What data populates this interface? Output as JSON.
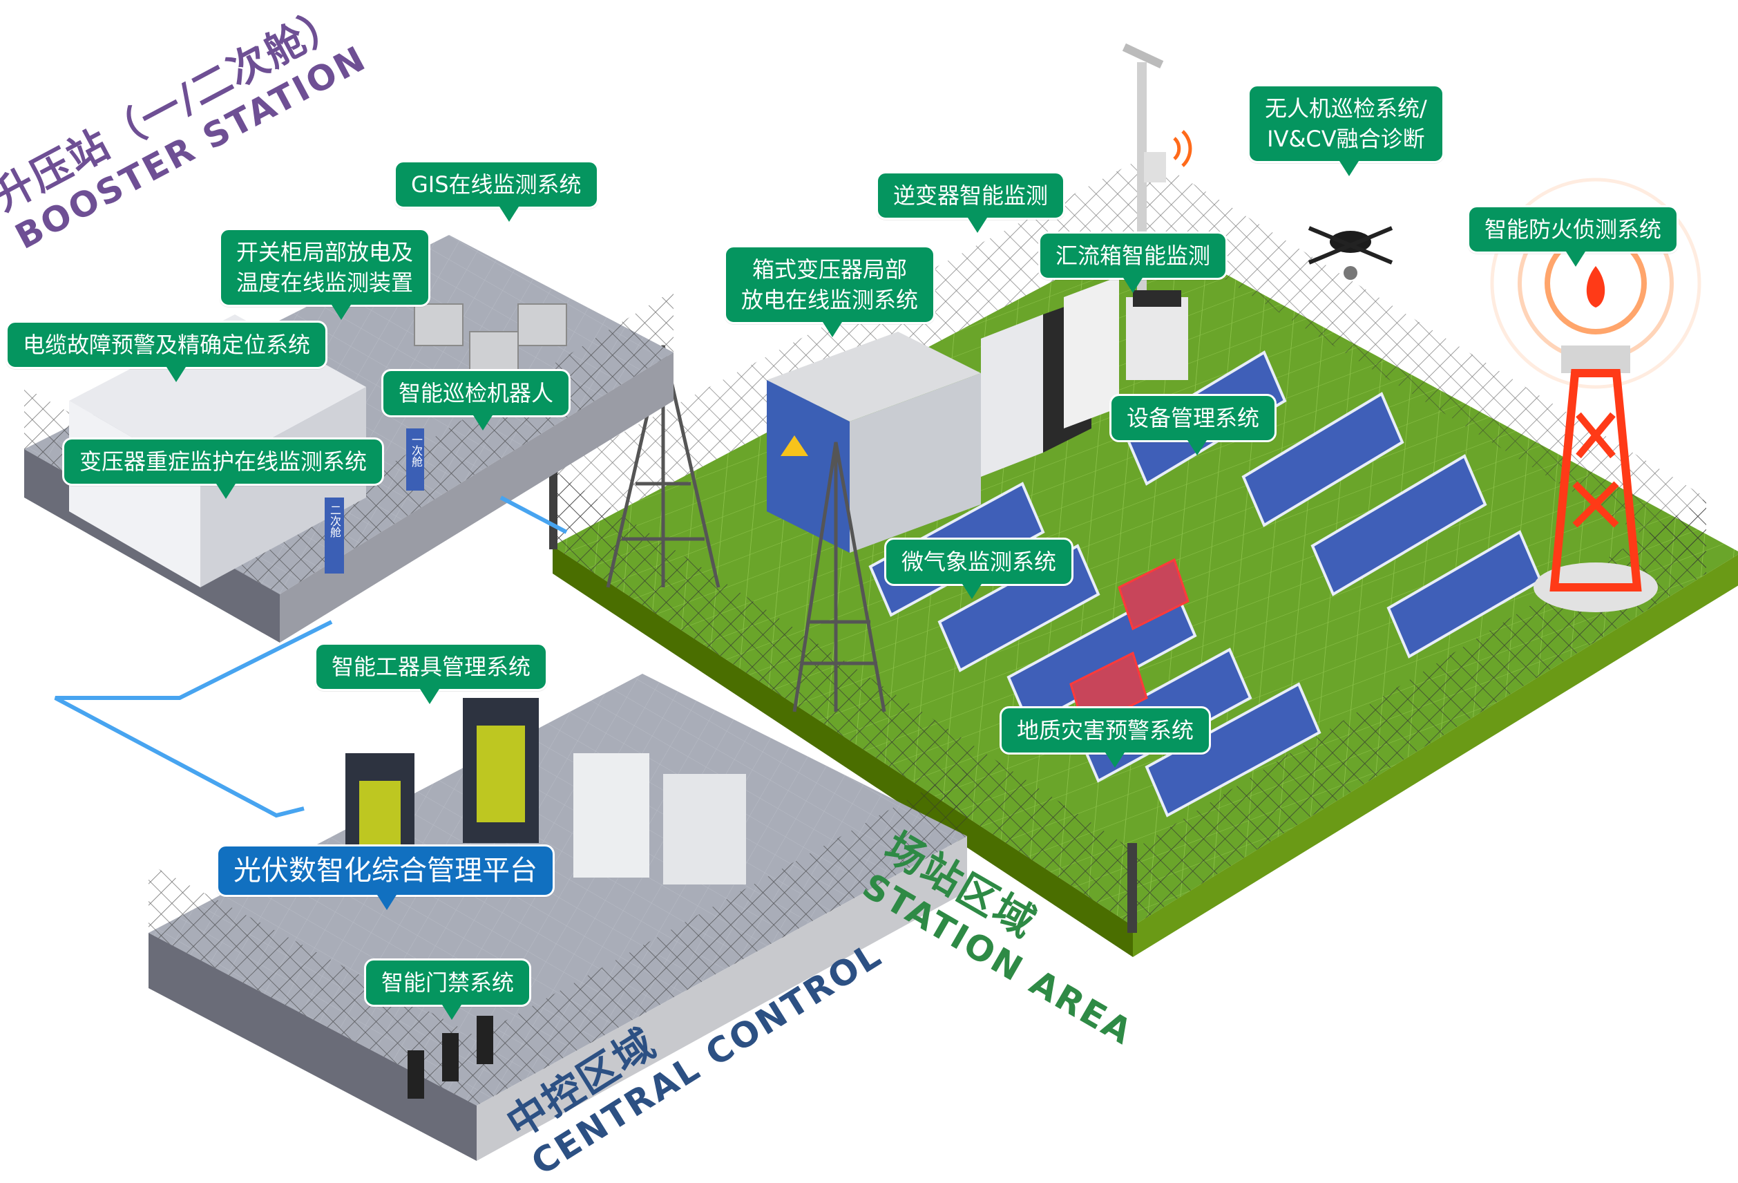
{
  "zones": {
    "booster": {
      "cn": "升压站（一/二次舱）",
      "en": "BOOSTER STATION",
      "color": "#6e4f94"
    },
    "central": {
      "cn": "中控区域",
      "en": "CENTRAL CONTROL",
      "color": "#2c5083"
    },
    "station": {
      "cn": "场站区域",
      "en": "STATION AREA",
      "color": "#2e8a45"
    }
  },
  "building_signs": {
    "primary_cabin": "一次舱",
    "secondary_cabin": "二次舱"
  },
  "callouts": {
    "gis": {
      "lines": [
        "GIS在线监测系统"
      ]
    },
    "switchgear": {
      "lines": [
        "开关柜局部放电及",
        "温度在线监测装置"
      ]
    },
    "cable": {
      "lines": [
        "电缆故障预警及精确定位系统"
      ]
    },
    "robot": {
      "lines": [
        "智能巡检机器人"
      ]
    },
    "transformer": {
      "lines": [
        "变压器重症监护在线监测系统"
      ]
    },
    "box_transformer": {
      "lines": [
        "箱式变压器局部",
        "放电在线监测系统"
      ]
    },
    "inverter": {
      "lines": [
        "逆变器智能监测"
      ]
    },
    "combiner": {
      "lines": [
        "汇流箱智能监测"
      ]
    },
    "drone": {
      "lines": [
        "无人机巡检系统/",
        "IV&CV融合诊断"
      ]
    },
    "fire": {
      "lines": [
        "智能防火侦测系统"
      ]
    },
    "equipment": {
      "lines": [
        "设备管理系统"
      ]
    },
    "weather": {
      "lines": [
        "微气象监测系统"
      ]
    },
    "tools": {
      "lines": [
        "智能工器具管理系统"
      ]
    },
    "platform": {
      "lines": [
        "光伏数智化综合管理平台"
      ]
    },
    "access": {
      "lines": [
        "智能门禁系统"
      ]
    },
    "geo": {
      "lines": [
        "地质灾害预警系统"
      ]
    }
  },
  "colors": {
    "callout_green": "#05955f",
    "callout_blue": "#1170c0",
    "grass": "#6aa52a",
    "grass_edge": "#4a6e00",
    "panel": "#3f5fb8",
    "fire_red": "#ff3a17"
  }
}
